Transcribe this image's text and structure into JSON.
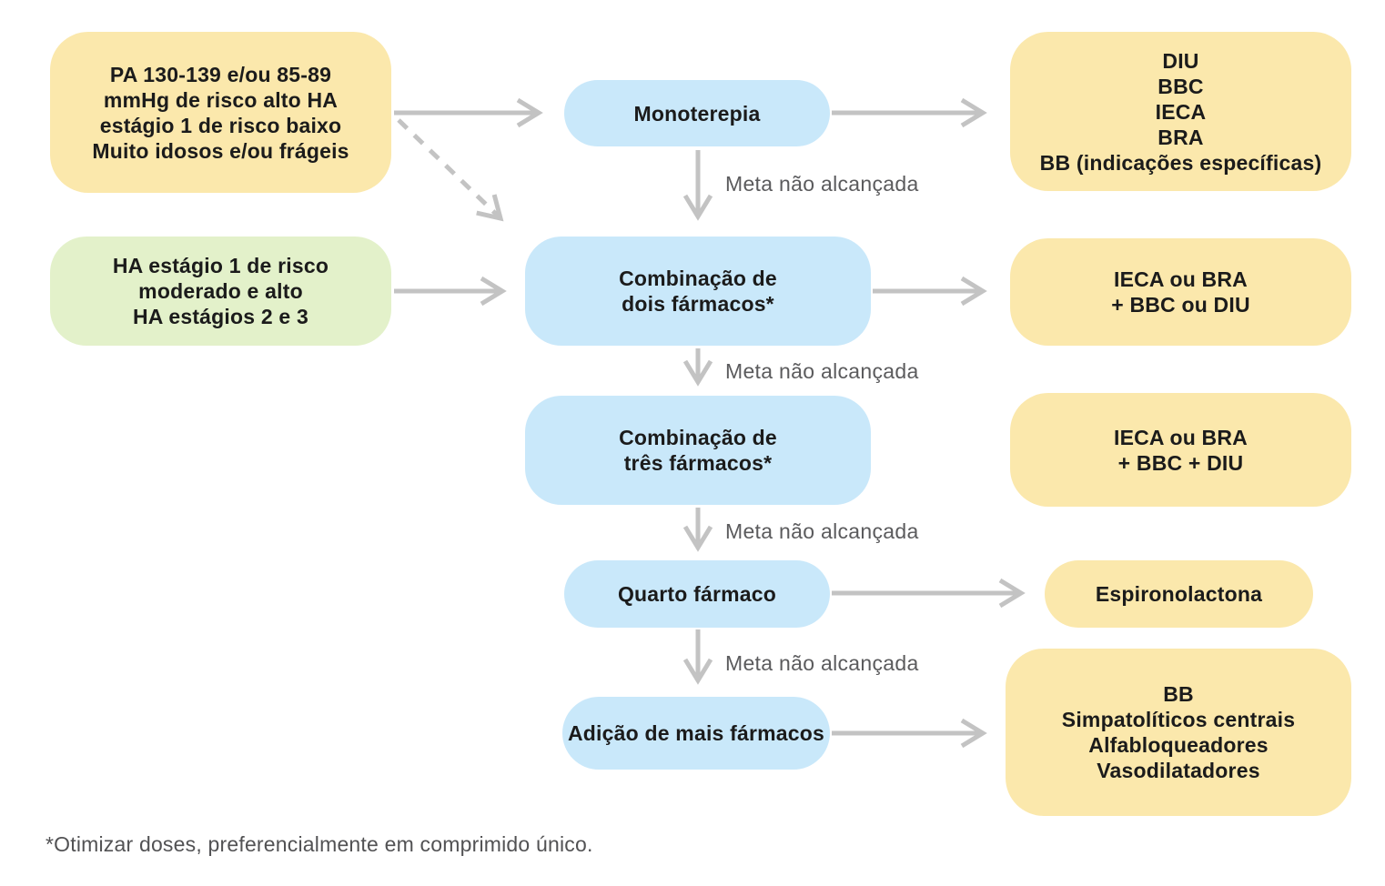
{
  "diagram": {
    "source_boxes": {
      "pa": {
        "lines": [
          "PA 130-139 e/ou 85-89",
          "mmHg de risco alto HA",
          "estágio 1 de risco baixo",
          "Muito idosos e/ou frágeis"
        ]
      },
      "ha": {
        "lines": [
          "HA estágio 1 de risco",
          "moderado e alto",
          "HA estágios 2 e 3"
        ]
      }
    },
    "steps": {
      "monotherapy": "Monoterepia",
      "two_drugs": {
        "lines": [
          "Combinação de",
          "dois fármacos*"
        ]
      },
      "three_drugs": {
        "lines": [
          "Combinação de",
          "três fármacos*"
        ]
      },
      "fourth_drug": "Quarto fármaco",
      "more_drugs": "Adição de mais fármacos"
    },
    "options": {
      "monotherapy": {
        "lines": [
          "DIU",
          "BBC",
          "IECA",
          "BRA",
          "BB (indicações específicas)"
        ]
      },
      "two_drugs": {
        "lines": [
          "IECA ou BRA",
          "+ BBC ou DIU"
        ]
      },
      "three_drugs": {
        "lines": [
          "IECA ou BRA",
          "+ BBC + DIU"
        ]
      },
      "fourth_drug": "Espironolactona",
      "more_drugs": {
        "lines": [
          "BB",
          "Simpatolíticos centrais",
          "Alfabloqueadores",
          "Vasodilatadores"
        ]
      }
    },
    "edge_labels": [
      "Meta não alcançada",
      "Meta não alcançada",
      "Meta não alcançada",
      "Meta não alcançada"
    ],
    "footnote": "*Otimizar doses, preferencialmente em comprimido único.",
    "colors": {
      "source_yellow": "#FBE8AC",
      "source_green": "#E3F1CA",
      "step_blue": "#C9E8FA",
      "option_yellow": "#FBE8AC",
      "arrow_gray": "#C3C3C3",
      "edge_label_gray": "#5B5B5D",
      "text_dark": "#1B1B1B"
    }
  }
}
